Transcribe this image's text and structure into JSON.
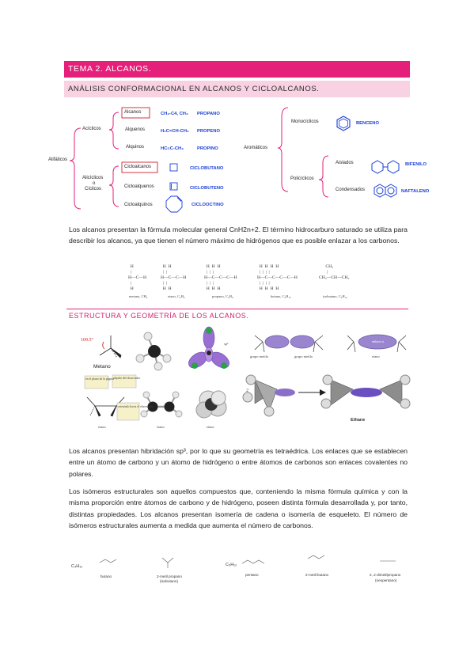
{
  "header": {
    "title": "TEMA 2. ALCANOS.",
    "subtitle": "ANÁLISIS CONFORMACIONAL EN ALCANOS Y CICLOALCANOS."
  },
  "classification": {
    "root": "Alifáticos",
    "aciclicos": "Acíclicos",
    "aliciclicos_lines": [
      "Alicíclicos",
      "o",
      "Cíclicos"
    ],
    "alcanos": {
      "label": "Alcanos",
      "formula": "CH₃-C4, CH₃",
      "name": "PROPANO"
    },
    "alquenos": {
      "label": "Alquenos",
      "formula": "H₂C=CH-CH₃",
      "name": "PROPENO"
    },
    "alquinos": {
      "label": "Alquinos",
      "formula": "HC≡C-CH₃",
      "name": "PROPINO"
    },
    "cicloalcanos": {
      "label": "Cicloalcanos",
      "name": "CICLOBUTANO"
    },
    "cicloalquenos": {
      "label": "Cicloalquenos",
      "name": "CICLOBUTENO"
    },
    "cicloalquinos": {
      "label": "Cicloalquinos",
      "name": "CICLOOCTINO"
    },
    "aromaticos": "Aromáticos",
    "monociclicos": {
      "label": "Monocíclicos",
      "name": "BENCENO"
    },
    "policiclicos": "Policíclicos",
    "aislados": {
      "label": "Aislados",
      "name": "BIFENILO"
    },
    "condensados": {
      "label": "Condensados",
      "name": "NAFTALENO"
    }
  },
  "para1": "Los alcanos presentan la fórmula molecular general CnH2n+2. El término hidrocarburo saturado se utiliza para describir los alcanos, ya que tienen el número máximo de hidrógenos que es posible enlazar a los carbonos.",
  "formulas": {
    "methane": "  H\n  |\nH—C—H\n  |\n  H",
    "ethane": "  H  H\n  |  |\nH—C—C—H\n  |  |\n  H  H",
    "propane": "  H  H  H\n  |  |  |\nH—C—C—C—H\n  |  |  |\n  H  H  H",
    "butane": "  H  H  H  H\n  |  |  |  |\nH—C—C—C—C—H\n  |  |  |  |\n  H  H  H  H",
    "isobutane": "      CH₃\n       |\nCH₃—CH—CH₃",
    "captions": [
      "metano, CH₄",
      "etano, C₂H₆",
      "propano, C₃H₈",
      "butano, C₄H₁₀",
      "isobutano, C₄H₁₀"
    ]
  },
  "section2": "ESTRUCTURA Y GEOMETRÍA DE LOS ALCANOS.",
  "figure": {
    "angle": "109.5°",
    "metano": "Metano",
    "sp3": "sp³",
    "grupo_metilo_1": "grupo metilo",
    "grupo_metilo_2": "grupo metilo",
    "etano_top": "etano",
    "enlace": "enlace σ",
    "note_plano": "en el plano de la página",
    "note_alejado": "alejado del observador",
    "note_orientado": "orientado hacia el observador",
    "etano_1": "etano",
    "etano_2": "etano",
    "etano_3": "etano",
    "ethane": "Ethane",
    "coef": "2"
  },
  "para2": "Los alcanos presentan hibridación sp³, por lo que su geometría es tetraédrica. Los enlaces que se establecen entre un átomo de carbono y un átomo de hidrógeno o entre átomos de carbonos son enlaces covalentes no polares.",
  "para3": "Los isómeros estructurales son aquellos compuestos que, conteniendo la misma fórmula química y con la misma proporción entre átomos de carbono y de hidrógeno, poseen distinta fórmula desarrollada y, por tanto, distintas propiedades. Los alcanos presentan isomería de cadena o isomería de esqueleto. El número de isómeros estructurales aumenta a medida que aumenta el número de carbonos.",
  "isomers": {
    "f1": "C₄H₁₀",
    "f2": "C₅H₁₂",
    "c1": "butano",
    "c2": [
      "2-metil propano",
      "(isobutano)"
    ],
    "c3": "pentano",
    "c4": "2-metil butano",
    "c5": [
      "2, 2-dimetilpropano",
      "(neopentano)"
    ]
  },
  "colors": {
    "accent": "#e5207a",
    "accent_light": "#f8d1e2",
    "blue_label": "#1a3fd6",
    "orbital": "#8a6fc8"
  }
}
